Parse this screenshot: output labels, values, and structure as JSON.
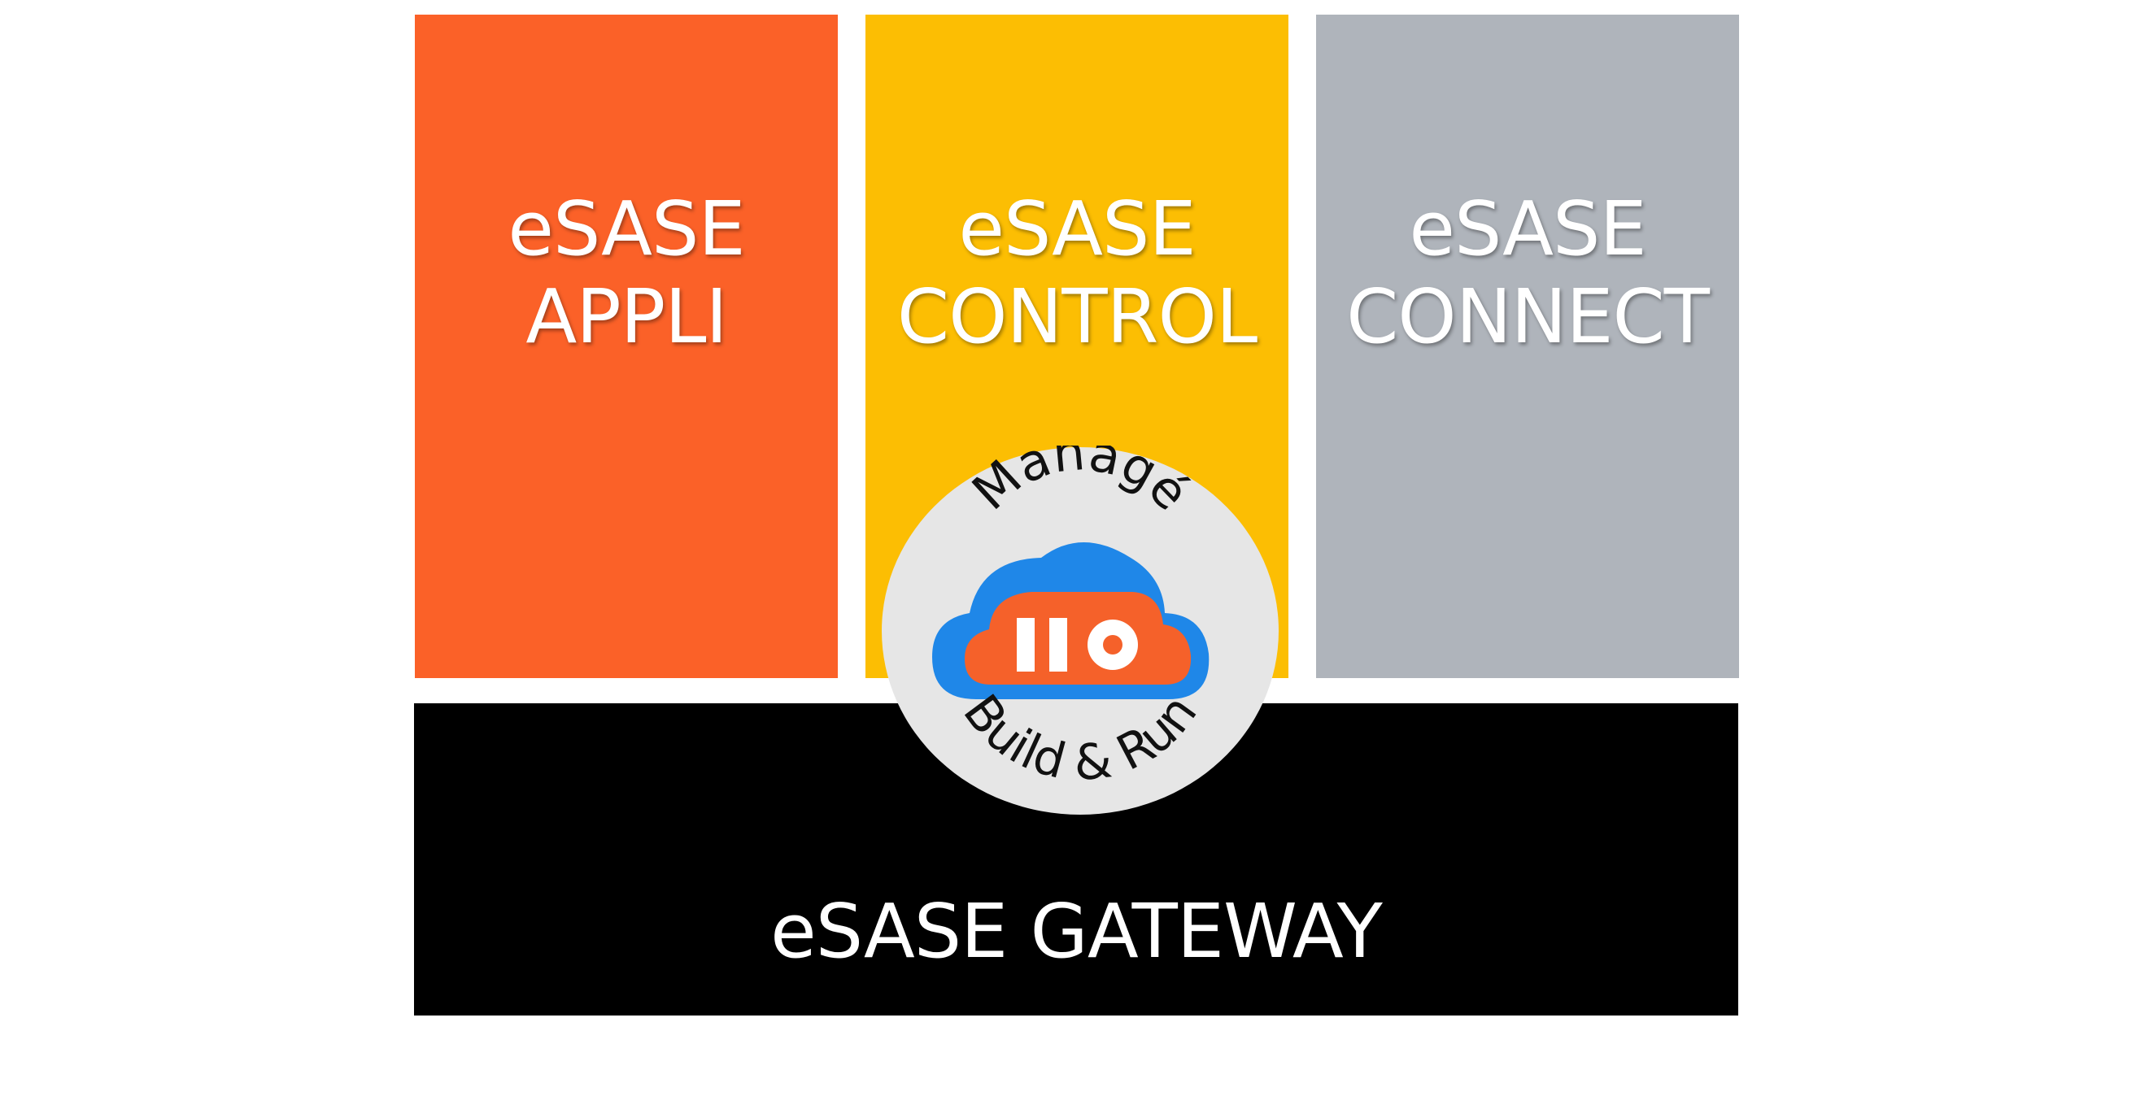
{
  "blocks": {
    "appli": {
      "line1": "eSASE",
      "line2": "APPLI"
    },
    "control": {
      "line1": "eSASE",
      "line2": "CONTROL"
    },
    "connect": {
      "line1": "eSASE",
      "line2": "CONNECT"
    },
    "gateway": {
      "label": "eSASE GATEWAY"
    }
  },
  "badge": {
    "top_text": "Managé",
    "bottom_text": "Build & Run",
    "logo_text": "IIO"
  },
  "colors": {
    "appli": "#fb6128",
    "control": "#fcbe03",
    "connect": "#afb4bb",
    "gateway": "#000000",
    "badge_bg": "#e6e6e6",
    "cloud_outer": "#1f87e8",
    "cloud_inner": "#f5612a"
  }
}
